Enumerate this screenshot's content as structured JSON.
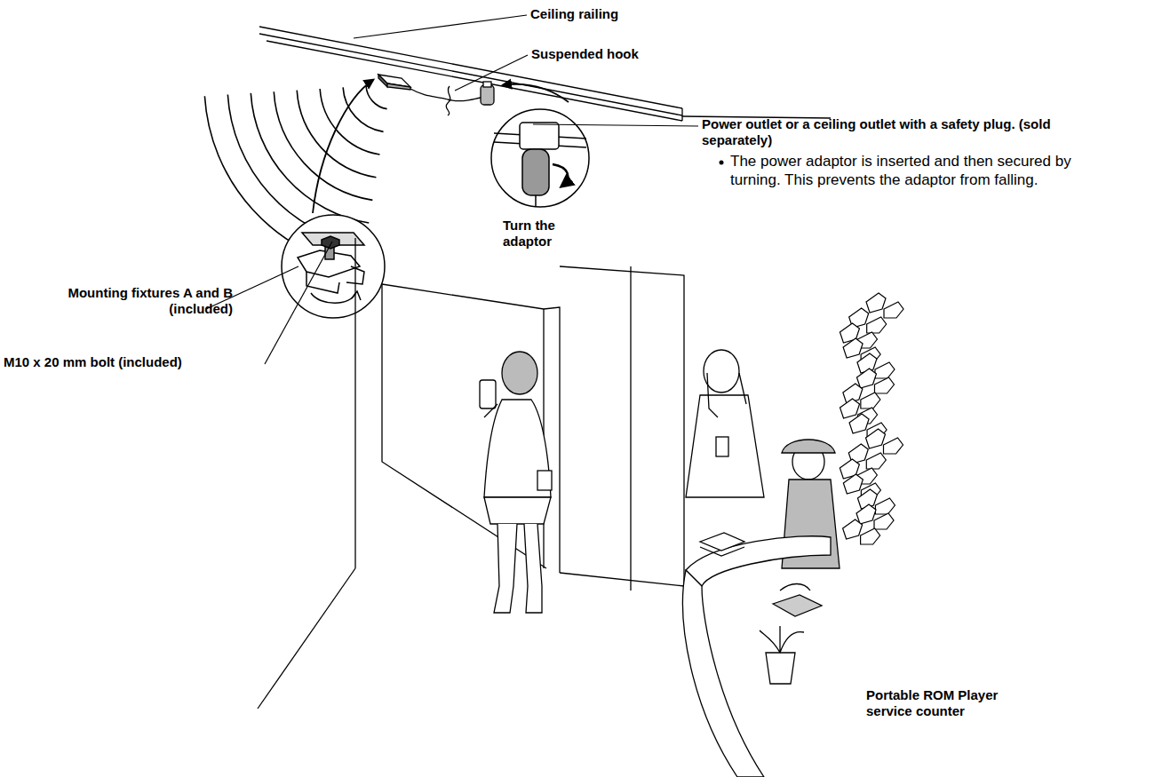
{
  "diagram": {
    "labels": [
      "Ceiling railing",
      "Suspended hook",
      "Power outlet or a ceiling outlet with a safety plug. (sold separately)",
      "The power adaptor is inserted and then secured by turning. This prevents the adaptor from falling.",
      "Turn the adaptor",
      "Mounting fixtures A and B (included)",
      "M10 x 20 mm bolt (included)",
      "Portable ROM Player service counter"
    ]
  }
}
